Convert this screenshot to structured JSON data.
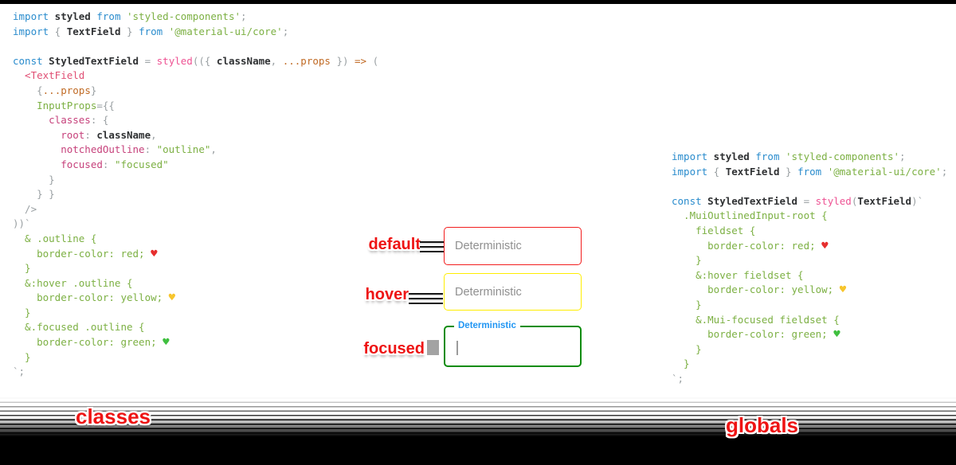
{
  "colors": {
    "accent_red": "#ee1414",
    "default_border": "#f21d1d",
    "hover_border": "#ffee00",
    "focused_border": "#0b8c0b",
    "focused_label_blue": "#2196f3",
    "placeholder_gray": "#8f8f8f",
    "string_green": "#7cb043",
    "keyword_blue": "#2a8ccd"
  },
  "labels": {
    "default": "default",
    "hover": "hover",
    "focused": "focused",
    "classes": "classes",
    "globals": "globals"
  },
  "fields": {
    "default": {
      "placeholder": "Deterministic"
    },
    "hover": {
      "placeholder": "Deterministic"
    },
    "focused": {
      "label": "Deterministic",
      "value": ""
    }
  },
  "code_left": {
    "lines": [
      [
        [
          "k",
          "import"
        ],
        [
          "i",
          " styled"
        ],
        [
          "k",
          " from"
        ],
        [
          "s",
          " 'styled-components'"
        ],
        [
          "p",
          ";"
        ]
      ],
      [
        [
          "k",
          "import"
        ],
        [
          "p",
          " {"
        ],
        [
          "i",
          " TextField"
        ],
        [
          "p",
          " }"
        ],
        [
          "k",
          " from"
        ],
        [
          "s",
          " '@material-ui/core'"
        ],
        [
          "p",
          ";"
        ]
      ],
      [],
      [
        [
          "k",
          "const"
        ],
        [
          "i",
          " StyledTextField"
        ],
        [
          "p",
          " ="
        ],
        [
          "f",
          " styled"
        ],
        [
          "p",
          "(({"
        ],
        [
          "i",
          " className"
        ],
        [
          "p",
          ","
        ],
        [
          "o",
          " ...props"
        ],
        [
          "p",
          " })"
        ],
        [
          "o",
          " =>"
        ],
        [
          "p",
          " ("
        ]
      ],
      [
        [
          "t",
          "  <TextField"
        ]
      ],
      [
        [
          "p",
          "    {"
        ],
        [
          "o",
          "...props"
        ],
        [
          "p",
          "}"
        ]
      ],
      [
        [
          "s",
          "    InputProps"
        ],
        [
          "p",
          "={{"
        ]
      ],
      [
        [
          "key",
          "      classes"
        ],
        [
          "p",
          ": {"
        ]
      ],
      [
        [
          "key",
          "        root"
        ],
        [
          "p",
          ":"
        ],
        [
          "i",
          " className"
        ],
        [
          "p",
          ","
        ]
      ],
      [
        [
          "key",
          "        notchedOutline"
        ],
        [
          "p",
          ":"
        ],
        [
          "s",
          " \"outline\""
        ],
        [
          "p",
          ","
        ]
      ],
      [
        [
          "key",
          "        focused"
        ],
        [
          "p",
          ":"
        ],
        [
          "s",
          " \"focused\""
        ]
      ],
      [
        [
          "p",
          "      }"
        ]
      ],
      [
        [
          "p",
          "    } }"
        ]
      ],
      [
        [
          "p",
          "  />"
        ]
      ],
      [
        [
          "p",
          "))`"
        ]
      ],
      [
        [
          "s",
          "  & .outline {"
        ]
      ],
      [
        [
          "s",
          "    border-color: red; "
        ],
        [
          "hr",
          "♥"
        ]
      ],
      [
        [
          "s",
          "  }"
        ]
      ],
      [
        [
          "s",
          "  &:hover .outline {"
        ]
      ],
      [
        [
          "s",
          "    border-color: yellow; "
        ],
        [
          "hy",
          "♥"
        ]
      ],
      [
        [
          "s",
          "  }"
        ]
      ],
      [
        [
          "s",
          "  &.focused .outline {"
        ]
      ],
      [
        [
          "s",
          "    border-color: green; "
        ],
        [
          "hg",
          "♥"
        ]
      ],
      [
        [
          "s",
          "  }"
        ]
      ],
      [
        [
          "p",
          "`;"
        ]
      ]
    ]
  },
  "code_right": {
    "lines": [
      [
        [
          "k",
          "import"
        ],
        [
          "i",
          " styled"
        ],
        [
          "k",
          " from"
        ],
        [
          "s",
          " 'styled-components'"
        ],
        [
          "p",
          ";"
        ]
      ],
      [
        [
          "k",
          "import"
        ],
        [
          "p",
          " {"
        ],
        [
          "i",
          " TextField"
        ],
        [
          "p",
          " }"
        ],
        [
          "k",
          " from"
        ],
        [
          "s",
          " '@material-ui/core'"
        ],
        [
          "p",
          ";"
        ]
      ],
      [],
      [
        [
          "k",
          "const"
        ],
        [
          "i",
          " StyledTextField"
        ],
        [
          "p",
          " ="
        ],
        [
          "f",
          " styled"
        ],
        [
          "p",
          "("
        ],
        [
          "i",
          "TextField"
        ],
        [
          "p",
          ")`"
        ]
      ],
      [
        [
          "s",
          "  .MuiOutlinedInput-root {"
        ]
      ],
      [
        [
          "s",
          "    fieldset {"
        ]
      ],
      [
        [
          "s",
          "      border-color: red; "
        ],
        [
          "hr",
          "♥"
        ]
      ],
      [
        [
          "s",
          "    }"
        ]
      ],
      [
        [
          "s",
          "    &:hover fieldset {"
        ]
      ],
      [
        [
          "s",
          "      border-color: yellow; "
        ],
        [
          "hy",
          "♥"
        ]
      ],
      [
        [
          "s",
          "    }"
        ]
      ],
      [
        [
          "s",
          "    &.Mui-focused fieldset {"
        ]
      ],
      [
        [
          "s",
          "      border-color: green; "
        ],
        [
          "hg",
          "♥"
        ]
      ],
      [
        [
          "s",
          "    }"
        ]
      ],
      [
        [
          "s",
          "  }"
        ]
      ],
      [
        [
          "p",
          "`;"
        ]
      ]
    ]
  }
}
